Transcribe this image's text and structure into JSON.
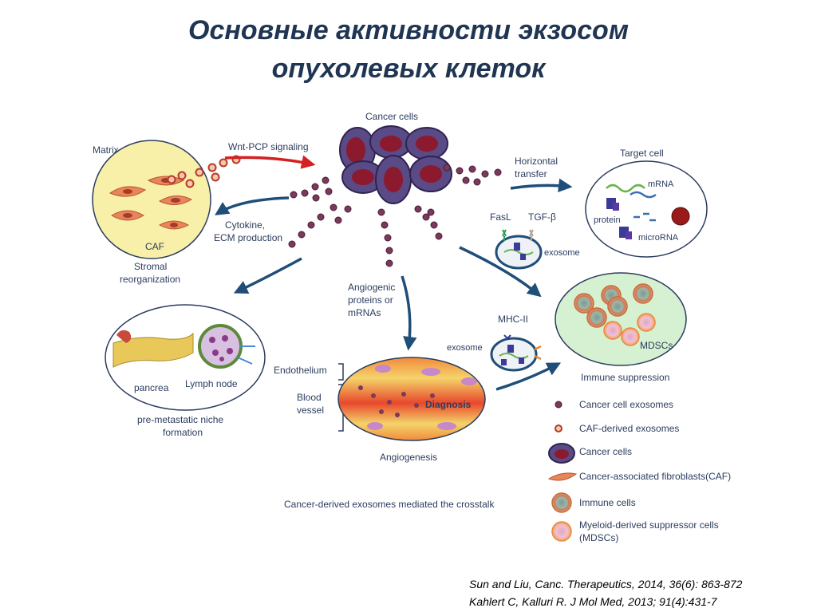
{
  "title": {
    "line1": "Основные активности экзосом",
    "line2": "опухолевых клеток"
  },
  "diagram": {
    "cancer_cells_label": "Cancer cells",
    "wnt_label": "Wnt-PCP signaling",
    "matrix_label": "Matrix",
    "caf_label": "CAF",
    "stromal_label_1": "Stromal",
    "stromal_label_2": "reorganization",
    "cytokine_label_1": "Cytokine,",
    "cytokine_label_2": "ECM production",
    "horizontal_label_1": "Horizontal",
    "horizontal_label_2": "transfer",
    "target_cell_label": "Target cell",
    "mrna_label": "mRNA",
    "protein_label": "protein",
    "microrna_label": "microRNA",
    "fasl_label": "FasL",
    "tgfb_label": "TGF-β",
    "exosome_label_top": "exosome",
    "mhc_label": "MHC-II",
    "exosome_label_bottom": "exosome",
    "mdscs_label": "MDSCs",
    "immune_suppression_label": "Immune suppression",
    "angiogenic_1": "Angiogenic",
    "angiogenic_2": "proteins or",
    "angiogenic_3": "mRNAs",
    "endothelium_label": "Endothelium",
    "blood_1": "Blood",
    "blood_2": "vessel",
    "diagnosis_label": "Diagnosis",
    "angiogenesis_label": "Angiogenesis",
    "pancreas_label": "pancrea",
    "lymph_label": "Lymph node",
    "niche_1": "pre-metastatic niche",
    "niche_2": "formation",
    "caption": "Cancer-derived exosomes mediated the crosstalk"
  },
  "legend": [
    {
      "label": "Cancer cell exosomes"
    },
    {
      "label": "CAF-derived exosomes"
    },
    {
      "label": "Cancer cells"
    },
    {
      "label": "Cancer-associated fibroblasts(CAF)"
    },
    {
      "label": "Immune cells"
    },
    {
      "label": "Myeloid-derived suppressor cells"
    },
    {
      "label": "(MDSCs)"
    }
  ],
  "references": {
    "line1": "Sun and Liu, Canc. Therapeutics, 2014, 36(6): 863-872",
    "line2": "Kahlert C, Kalluri R. J Mol Med, 2013; 91(4):431-7"
  },
  "colors": {
    "title": "#1f3552",
    "arrow": "#1f4e79",
    "red_arrow": "#d42020",
    "cancer_cell": "#5a4a86",
    "cancer_nucleus": "#8b1a2e",
    "exosome": "#7a3a5a"
  }
}
